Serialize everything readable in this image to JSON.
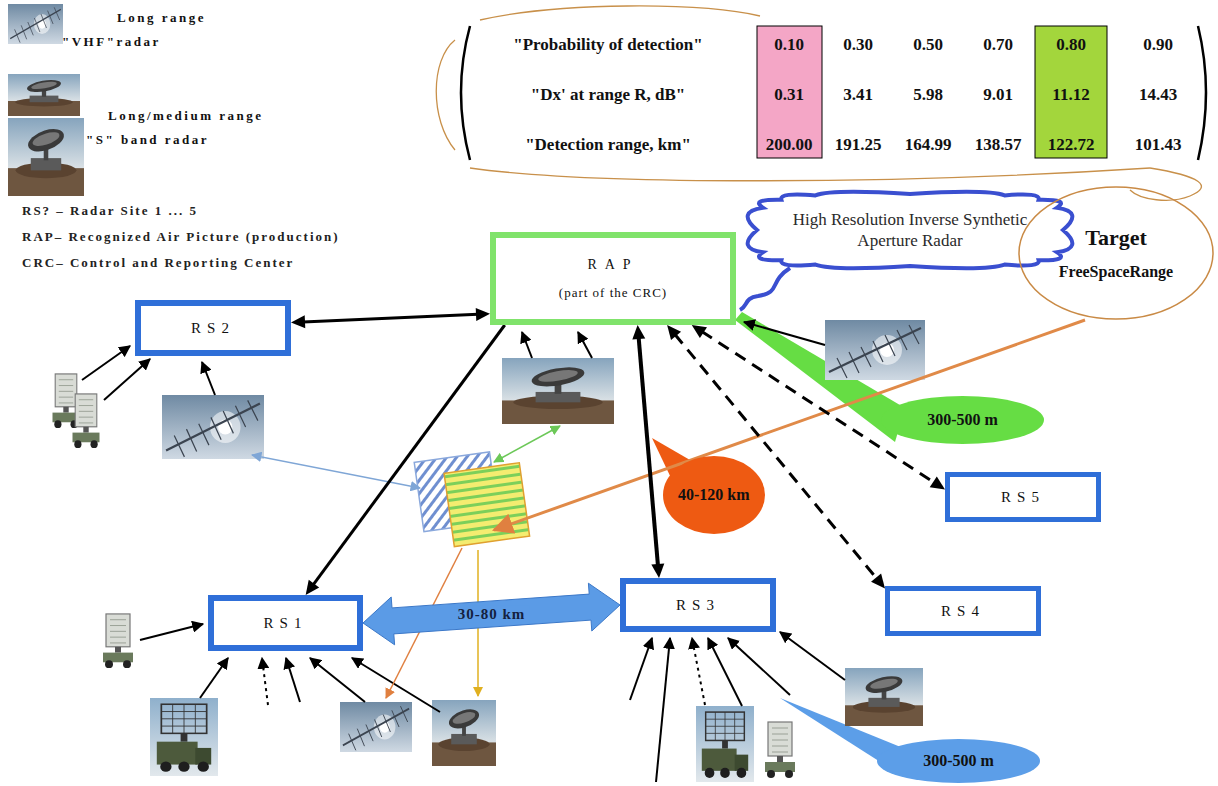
{
  "diagram": {
    "nodes": [
      {
        "text": [
          "High Resolution Inverse Synthetic Aperture Radar"
        ]
      },
      {
        "text": [
          "Target",
          "FreeSpaceRange"
        ]
      },
      {
        "text": [
          "RAP",
          "(part of the CRC)"
        ]
      },
      {
        "text": [
          "RS2"
        ]
      },
      {
        "text": [
          "300-500 m"
        ]
      },
      {
        "text": [
          "RS5"
        ]
      },
      {
        "text": [
          "40-120 km"
        ]
      },
      {
        "text": [
          "RS1"
        ]
      },
      {
        "text": [
          "RS3"
        ]
      },
      {
        "text": [
          "RS4"
        ]
      },
      {
        "text": [
          "300-500 m"
        ]
      }
    ],
    "edges": [
      {
        "from": 2,
        "to": 3,
        "arrow": "both"
      },
      {
        "from": 2,
        "to": 7,
        "arrow": "to"
      },
      {
        "from": 2,
        "to": 8,
        "arrow": "both"
      },
      {
        "from": 2,
        "to": 5,
        "arrow": "both"
      },
      {
        "from": 2,
        "to": 9,
        "arrow": "both"
      },
      {
        "from": 7,
        "to": 8,
        "label": "30-80 km",
        "arrow": "both"
      }
    ],
    "labels": [
      "RS? – Radar Site 1 ... 5",
      "RAP– Recognized Air Picture (production)",
      "CRC– Control and Reporting Center",
      "\"Probability of detection\"",
      "0.10",
      "0.30",
      "0.50",
      "0.70",
      "0.80",
      "0.90",
      "\"Dx' at range R, dB\"",
      "0.31",
      "3.41",
      "5.98",
      "9.01",
      "11.12",
      "14.43",
      "\"Detection range, km\"",
      "200.00",
      "191.25",
      "164.99",
      "138.57",
      "122.72",
      "101.43"
    ],
    "legend": [
      {
        "text": "Long range \"VHF\"radar"
      },
      {
        "text": "Long/medium range \"S\" band radar"
      }
    ]
  }
}
